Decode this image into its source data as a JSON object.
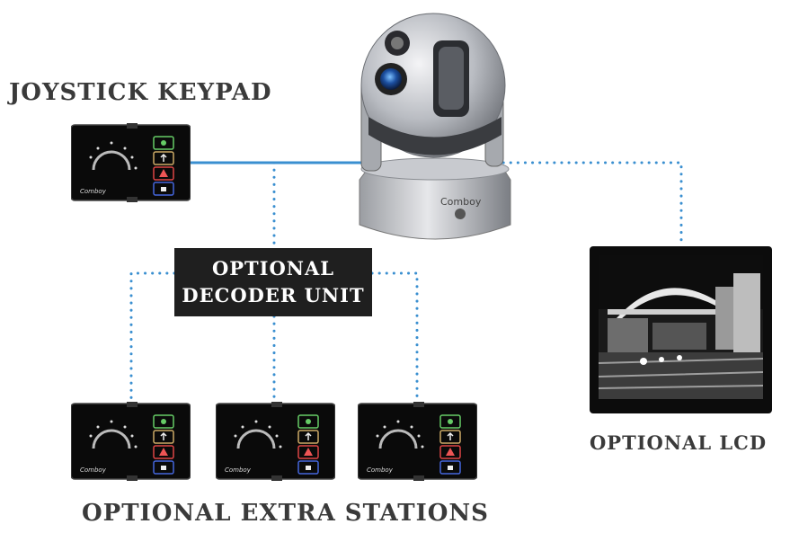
{
  "labels": {
    "joystick_keypad": "JOYSTICK KEYPAD",
    "decoder_line1": "OPTIONAL",
    "decoder_line2": "DECODER UNIT",
    "optional_lcd": "OPTIONAL LCD",
    "extra_stations": "OPTIONAL EXTRA STATIONS"
  },
  "camera": {
    "brand": "Comboy"
  },
  "keypads": [
    {
      "brand": "Comboy"
    },
    {
      "brand": "Comboy"
    },
    {
      "brand": "Comboy"
    },
    {
      "brand": "Comboy"
    }
  ],
  "colors": {
    "wire_solid": "#3a8fd0",
    "wire_dotted": "#3a8fd0",
    "decoder_bg": "#1f1f1f",
    "label_text": "#3a3a3a"
  }
}
